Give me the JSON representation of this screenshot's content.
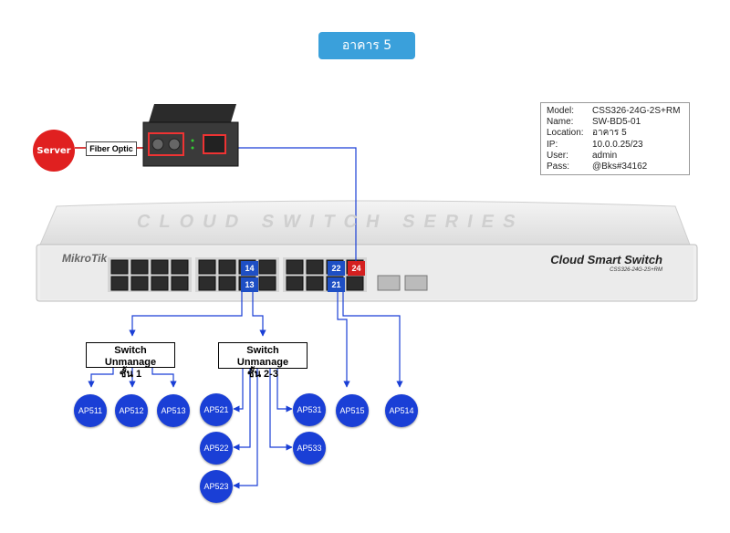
{
  "title": "อาคาร 5",
  "device_info": {
    "rows": [
      {
        "key": "Model:",
        "value": "CSS326-24G-2S+RM"
      },
      {
        "key": "Name:",
        "value": "SW-BD5-01"
      },
      {
        "key": "Location:",
        "value": "อาคาร 5"
      },
      {
        "key": "IP:",
        "value": "10.0.0.25/23"
      },
      {
        "key": "User:",
        "value": "admin"
      },
      {
        "key": "Pass:",
        "value": "@Bks#34162"
      }
    ]
  },
  "server_label": "Server",
  "fiber_label": "Fiber Optic",
  "switch_brand": "MikroTik",
  "switch_product": "Cloud Smart Switch",
  "switch_model": "CSS326-24G-2S+RM",
  "switch_faceplate": "CLOUD SWITCH SERIES",
  "port_tags": [
    "14",
    "13",
    "22",
    "21",
    "24"
  ],
  "unmanaged_1": {
    "line1": "Switch Unmanage",
    "line2": "ชั้น 1"
  },
  "unmanaged_2": {
    "line1": "Switch Unmanage",
    "line2": "ชั้น 2-3"
  },
  "access_points": [
    "AP511",
    "AP512",
    "AP513",
    "AP521",
    "AP522",
    "AP523",
    "AP531",
    "AP533",
    "AP515",
    "AP514"
  ],
  "colors": {
    "link": "#1a3fd6",
    "badge": "#3aa0db",
    "server": "#e02020",
    "port_red": "#d42020"
  }
}
